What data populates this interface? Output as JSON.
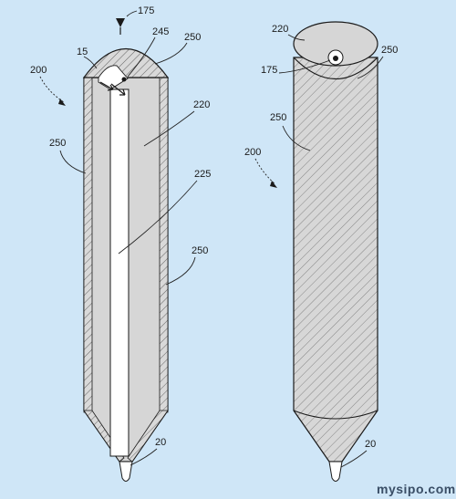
{
  "figure": {
    "left_view": {
      "labels": [
        "175",
        "15",
        "245",
        "250",
        "200",
        "220",
        "250",
        "225",
        "250",
        "20"
      ]
    },
    "right_view": {
      "labels": [
        "220",
        "250",
        "175",
        "250",
        "200",
        "20"
      ]
    }
  },
  "watermark": "mysipo.com",
  "colors": {
    "background": "#cfe6f7",
    "shell_fill": "#d6d6d6",
    "core_fill": "#ffffff",
    "line": "#1a1a1a"
  }
}
